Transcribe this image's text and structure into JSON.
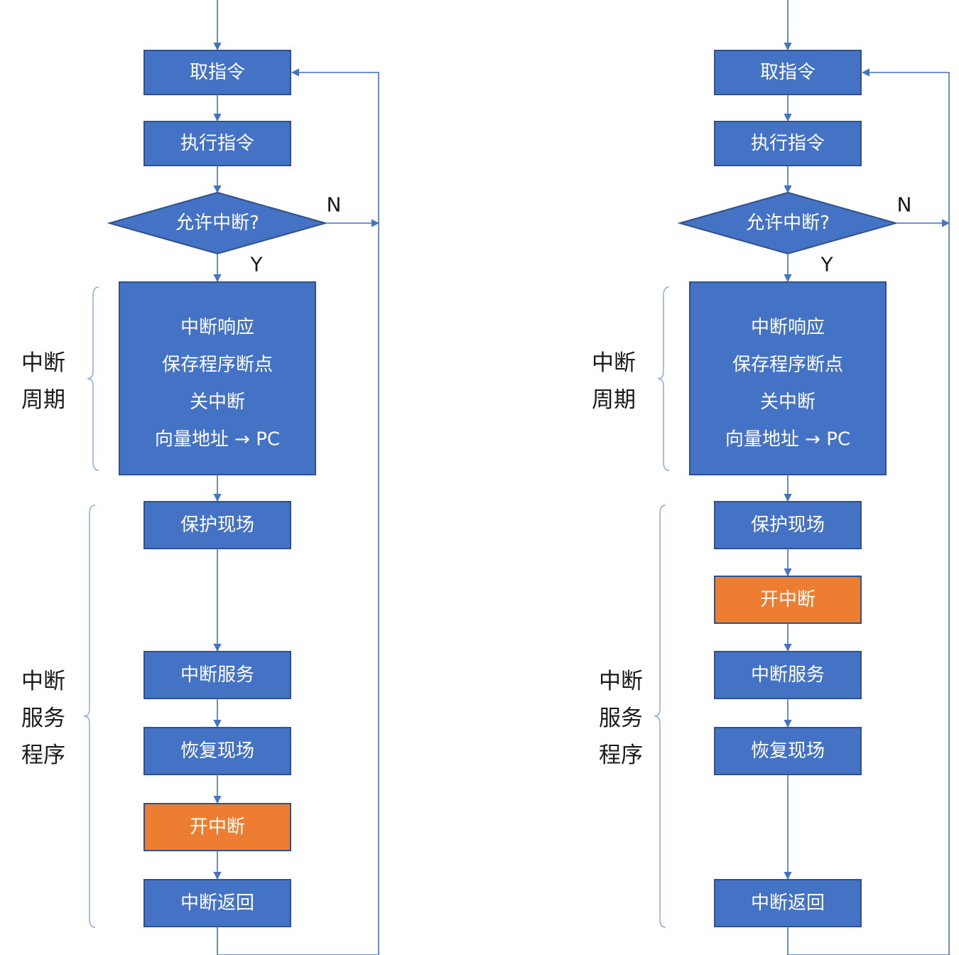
{
  "colors": {
    "box_fill": "#4472C4",
    "box_stroke": "#2F528F",
    "highlight_fill": "#ED7D31",
    "line": "#4472C4",
    "brace": "#8FAADC",
    "text_on_box": "#FFFFFF",
    "label_text": "#1A1A1A"
  },
  "labels": {
    "fetch": "取指令",
    "execute": "执行指令",
    "allow_interrupt": "允许中断?",
    "no": "N",
    "yes": "Y",
    "cycle_lines": [
      "中断响应",
      "保存程序断点",
      "关中断",
      "向量地址 → PC"
    ],
    "save_context": "保护现场",
    "service": "中断服务",
    "restore_context": "恢复现场",
    "enable_interrupt": "开中断",
    "return": "中断返回",
    "cycle_group": [
      "中断",
      "周期"
    ],
    "routine_group": [
      "中断",
      "服务",
      "程序"
    ]
  },
  "flows": [
    {
      "id": "left",
      "routine_order": [
        "save_context",
        "service",
        "restore_context",
        "enable_interrupt",
        "return"
      ]
    },
    {
      "id": "right",
      "routine_order": [
        "save_context",
        "enable_interrupt",
        "service",
        "restore_context",
        "return"
      ]
    }
  ]
}
